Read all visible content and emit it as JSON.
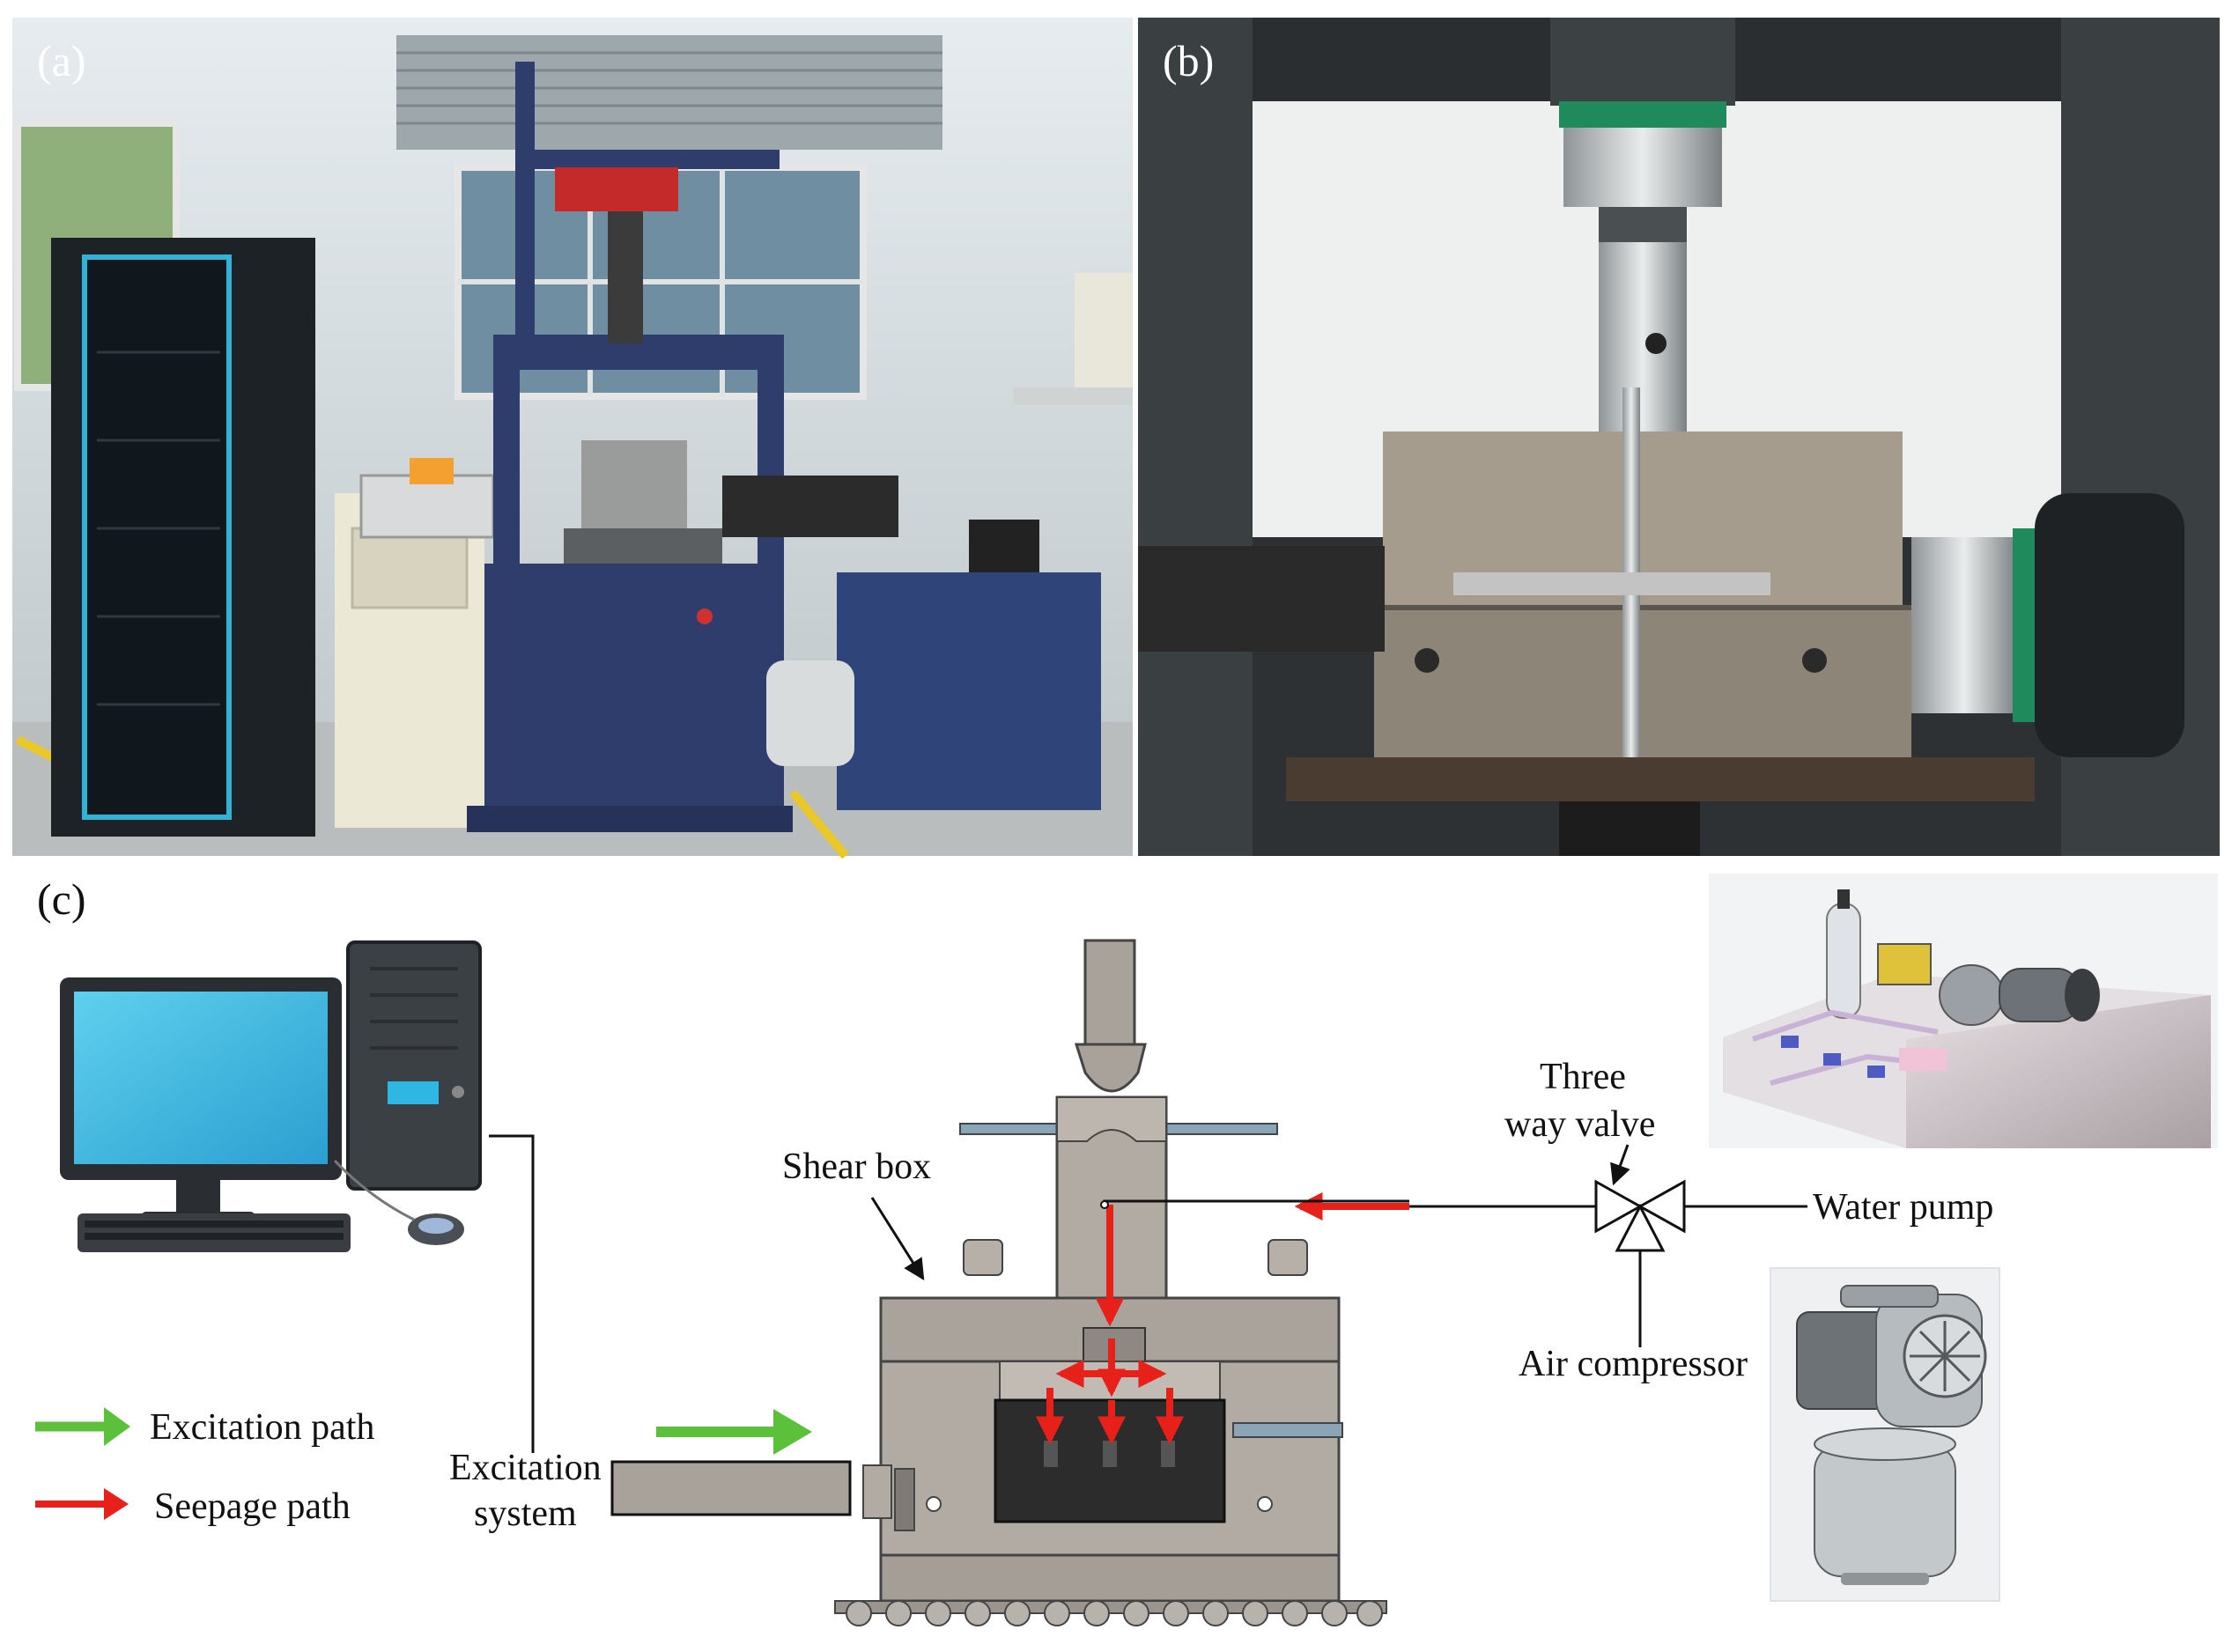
{
  "panels": {
    "a": "(a)",
    "b": "(b)",
    "c": "(c)"
  },
  "legend": {
    "excitation": "Excitation path",
    "seepage": "Seepage path",
    "excitation_color": "#5cc13a",
    "seepage_color": "#e8201a"
  },
  "labels": {
    "shear_box": "Shear box",
    "excitation_system_1": "Excitation",
    "excitation_system_2": "system",
    "three_way_1": "Three",
    "three_way_2": "way valve",
    "water_pump": "Water pump",
    "air_compressor": "Air compressor"
  }
}
